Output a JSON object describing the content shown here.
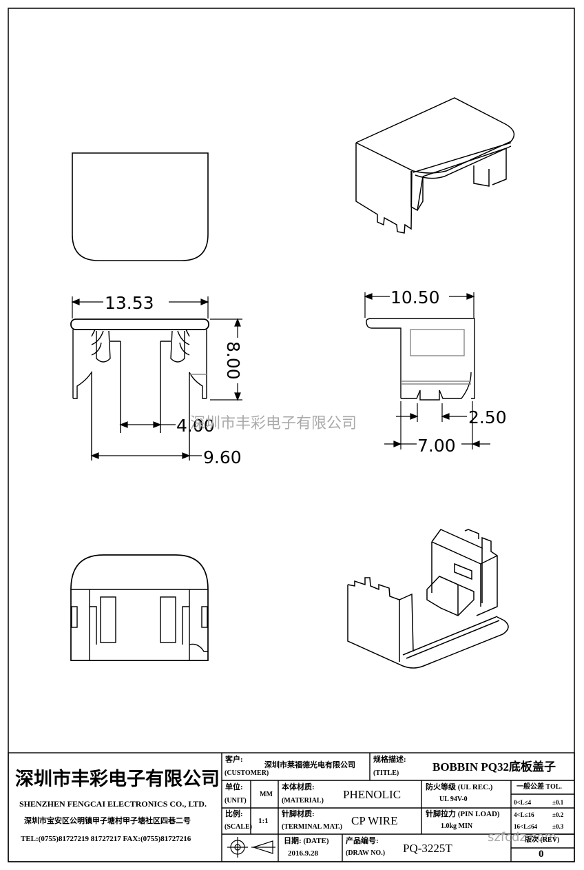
{
  "dimensions": {
    "front_width": "13.53",
    "front_height": "8.00",
    "front_inner": "4.00",
    "front_outer": "9.60",
    "side_width": "10.50",
    "side_small": "2.50",
    "side_bottom": "7.00"
  },
  "watermark": {
    "center": "深圳市丰彩电子有限公司",
    "corner": "szfcdz.com"
  },
  "title_block": {
    "company_cn": "深圳市丰彩电子有限公司",
    "company_en": "SHENZHEN FENGCAI ELECTRONICS CO., LTD.",
    "address": "深圳市宝安区公明镇甲子塘村甲子塘社区四巷二号",
    "contact": "TEL:(0755)81727219  81727217   FAX:(0755)81727216",
    "customer_label_cn": "客户:",
    "customer_label_en": "(CUSTOMER)",
    "customer_value": "深圳市莱福德光电有限公司",
    "title_label_cn": "规格描述:",
    "title_label_en": "(TITLE)",
    "title_value": "BOBBIN PQ32底板盖子",
    "unit_label_cn": "单位:",
    "unit_label_en": "(UNIT)",
    "unit_value": "MM",
    "material_label_cn": "本体材质:",
    "material_label_en": "(MATERIAL)",
    "material_value": "PHENOLIC",
    "fire_label": "防火等级 (UL REC.)",
    "fire_value": "UL 94V-0",
    "tolerance_title": "一般公差 TOL.",
    "tol_rows": [
      {
        "range": "0<L≤4",
        "value": "±0.1"
      },
      {
        "range": "4<L≤16",
        "value": "±0.2"
      },
      {
        "range": "16<L≤64",
        "value": "±0.3"
      }
    ],
    "scale_label_cn": "比例:",
    "scale_label_en": "(SCALE)",
    "scale_value": "1:1",
    "terminal_label_cn": "针脚材质:",
    "terminal_label_en": "(TERMINAL MAT.)",
    "terminal_value": "CP WIRE",
    "pinload_label": "针脚拉力 (PIN LOAD)",
    "pinload_value": "1.0kg MIN",
    "date_label": "日期: (DATE)",
    "date_value": "2016.9.28",
    "drawno_label_cn": "产品编号:",
    "drawno_label_en": "(DRAW NO.)",
    "drawno_value": "PQ-3225T",
    "rev_label": "版次 (REV)",
    "rev_value": "0"
  }
}
